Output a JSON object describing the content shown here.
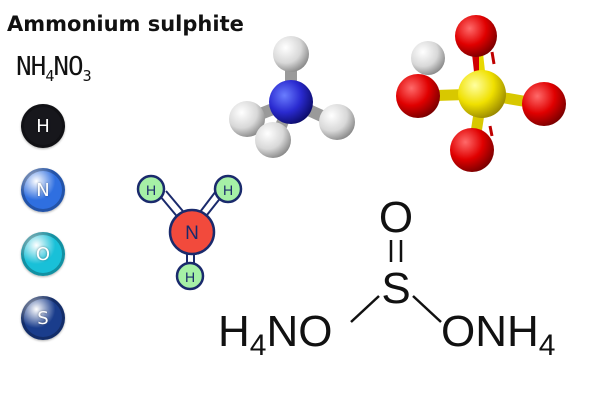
{
  "title": "Ammonium sulphite",
  "formula": {
    "parts": [
      "NH",
      "4",
      "NO",
      "3"
    ]
  },
  "legend": [
    {
      "symbol": "H",
      "color": "#17171c",
      "icon": "hydrogen-atom-icon"
    },
    {
      "symbol": "N",
      "color": "#2f6fe0",
      "icon": "nitrogen-atom-icon"
    },
    {
      "symbol": "O",
      "color": "#19c0d8",
      "icon": "oxygen-atom-icon"
    },
    {
      "symbol": "S",
      "color": "#1a3d8c",
      "icon": "sulfur-atom-icon"
    }
  ],
  "ammonium_model": {
    "center": "N",
    "neighbors": [
      "H",
      "H",
      "H"
    ],
    "center_color": "#f24a3c",
    "neighbor_color": "#a6f0a6"
  },
  "structural_formula": {
    "top_atom": "O",
    "center_atom": "S",
    "left_group": {
      "main": "H",
      "sub": "4",
      "rest": "NO"
    },
    "right_group": {
      "main": "ONH",
      "sub": "4"
    }
  }
}
